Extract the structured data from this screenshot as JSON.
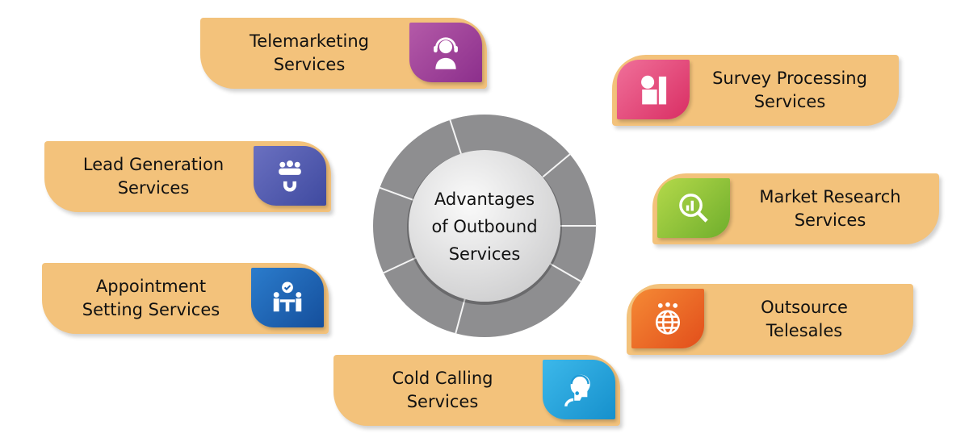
{
  "title": "Advantages of Outbound Services",
  "title_lines": [
    "Advantages",
    "of Outbound",
    "Services"
  ],
  "cards": [
    {
      "lines": [
        "Telemarketing",
        "Services"
      ],
      "icon": "headset-agent-icon",
      "color": "#9b3c9a"
    },
    {
      "lines": [
        "Survey Processing",
        "Services"
      ],
      "icon": "survey-icon",
      "color": "#e33f74"
    },
    {
      "lines": [
        "Lead Generation",
        "Services"
      ],
      "icon": "lead-magnet-icon",
      "color": "#4e5bb0"
    },
    {
      "lines": [
        "Market Research",
        "Services"
      ],
      "icon": "research-magnifier-icon",
      "color": "#8fc43a"
    },
    {
      "lines": [
        "Appointment",
        "Setting Services"
      ],
      "icon": "meeting-icon",
      "color": "#1d62b3"
    },
    {
      "lines": [
        "Outsource",
        "Telesales"
      ],
      "icon": "globe-team-icon",
      "color": "#ee6a24"
    },
    {
      "lines": [
        "Cold Calling",
        "Services"
      ],
      "icon": "call-agent-icon",
      "color": "#23a3db"
    }
  ]
}
